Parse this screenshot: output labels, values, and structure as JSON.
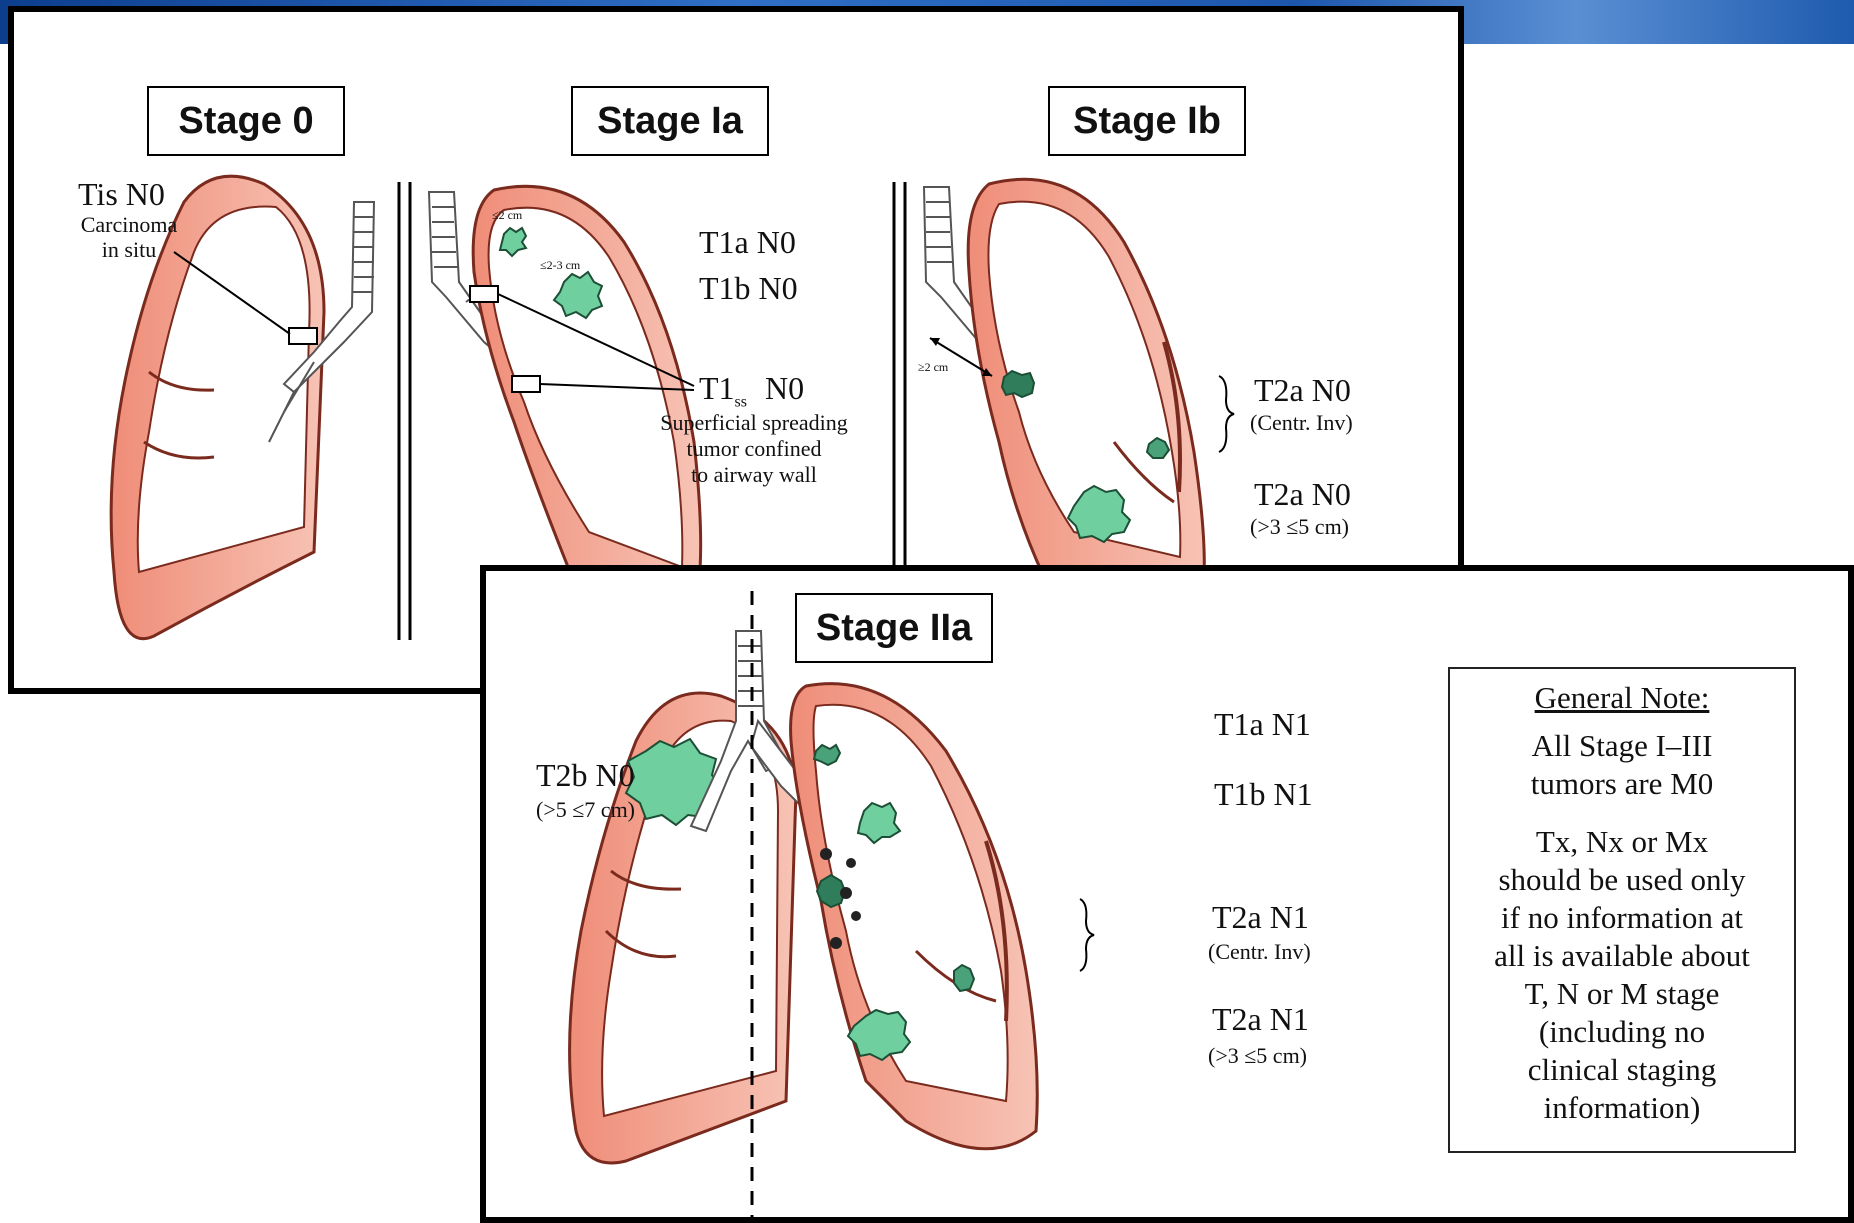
{
  "colors": {
    "lung_fill": "#f3a491",
    "lung_edge": "#7b2a1e",
    "tumor": "#6fcf9e",
    "tumor_edge": "#1d4f36",
    "banner": "#1d57ad"
  },
  "panel_top": {
    "stage0": {
      "title": "Stage 0",
      "label": "Tis N0",
      "desc_line1": "Carcinoma",
      "desc_line2": "in situ"
    },
    "stage1a": {
      "title": "Stage Ia",
      "size1": "≤2 cm",
      "size2": "≤2-3 cm",
      "t1a": "T1a N0",
      "t1b": "T1b N0",
      "t1ss_main": "T1",
      "t1ss_sub": "ss",
      "t1ss_n": "N0",
      "desc_line1": "Superficial spreading",
      "desc_line2": "tumor confined",
      "desc_line3": "to airway wall"
    },
    "stage1b": {
      "title": "Stage Ib",
      "dist": "≥2 cm",
      "t2a_a": "T2a N0",
      "t2a_a_note": "(Centr. Inv)",
      "t2a_b": "T2a N0",
      "t2a_b_note": "(>3 ≤5 cm)"
    }
  },
  "panel_bottom": {
    "stage2a": {
      "title": "Stage IIa",
      "t2b": "T2b N0",
      "t2b_note": "(>5 ≤7 cm)",
      "t1a": "T1a N1",
      "t1b": "T1b N1",
      "t2a_a": "T2a N1",
      "t2a_a_note": "(Centr. Inv)",
      "t2a_b": "T2a N1",
      "t2a_b_note": "(>3 ≤5 cm)"
    },
    "general_note": {
      "title": "General Note:",
      "line1": "All Stage I–III",
      "line2": "tumors are M0",
      "line3": "Tx, Nx or Mx",
      "line4": "should be used only",
      "line5": "if no information at",
      "line6": "all is available about",
      "line7": "T, N or M stage",
      "line8": "(including no",
      "line9": "clinical staging",
      "line10": "information)"
    }
  }
}
